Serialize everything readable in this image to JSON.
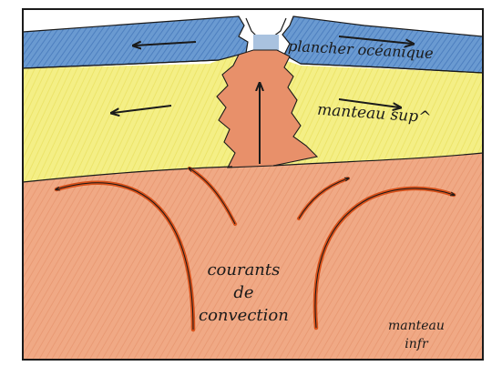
{
  "labels": {
    "plancher": "plancher océanique",
    "manteau_sup": "manteau sup^",
    "courants_line1": "courants",
    "courants_line2": "de",
    "courants_line3": "convection",
    "manteau_inf_line1": "manteau",
    "manteau_inf_line2": "infr"
  },
  "colors": {
    "ocean_floor": "#5d8fc9",
    "upper_mantle": "#f2ec7a",
    "lower_mantle": "#eea27e",
    "magma": "#e38a5f",
    "current_arrow": "#d8511a",
    "ink": "#1a1a1a"
  }
}
